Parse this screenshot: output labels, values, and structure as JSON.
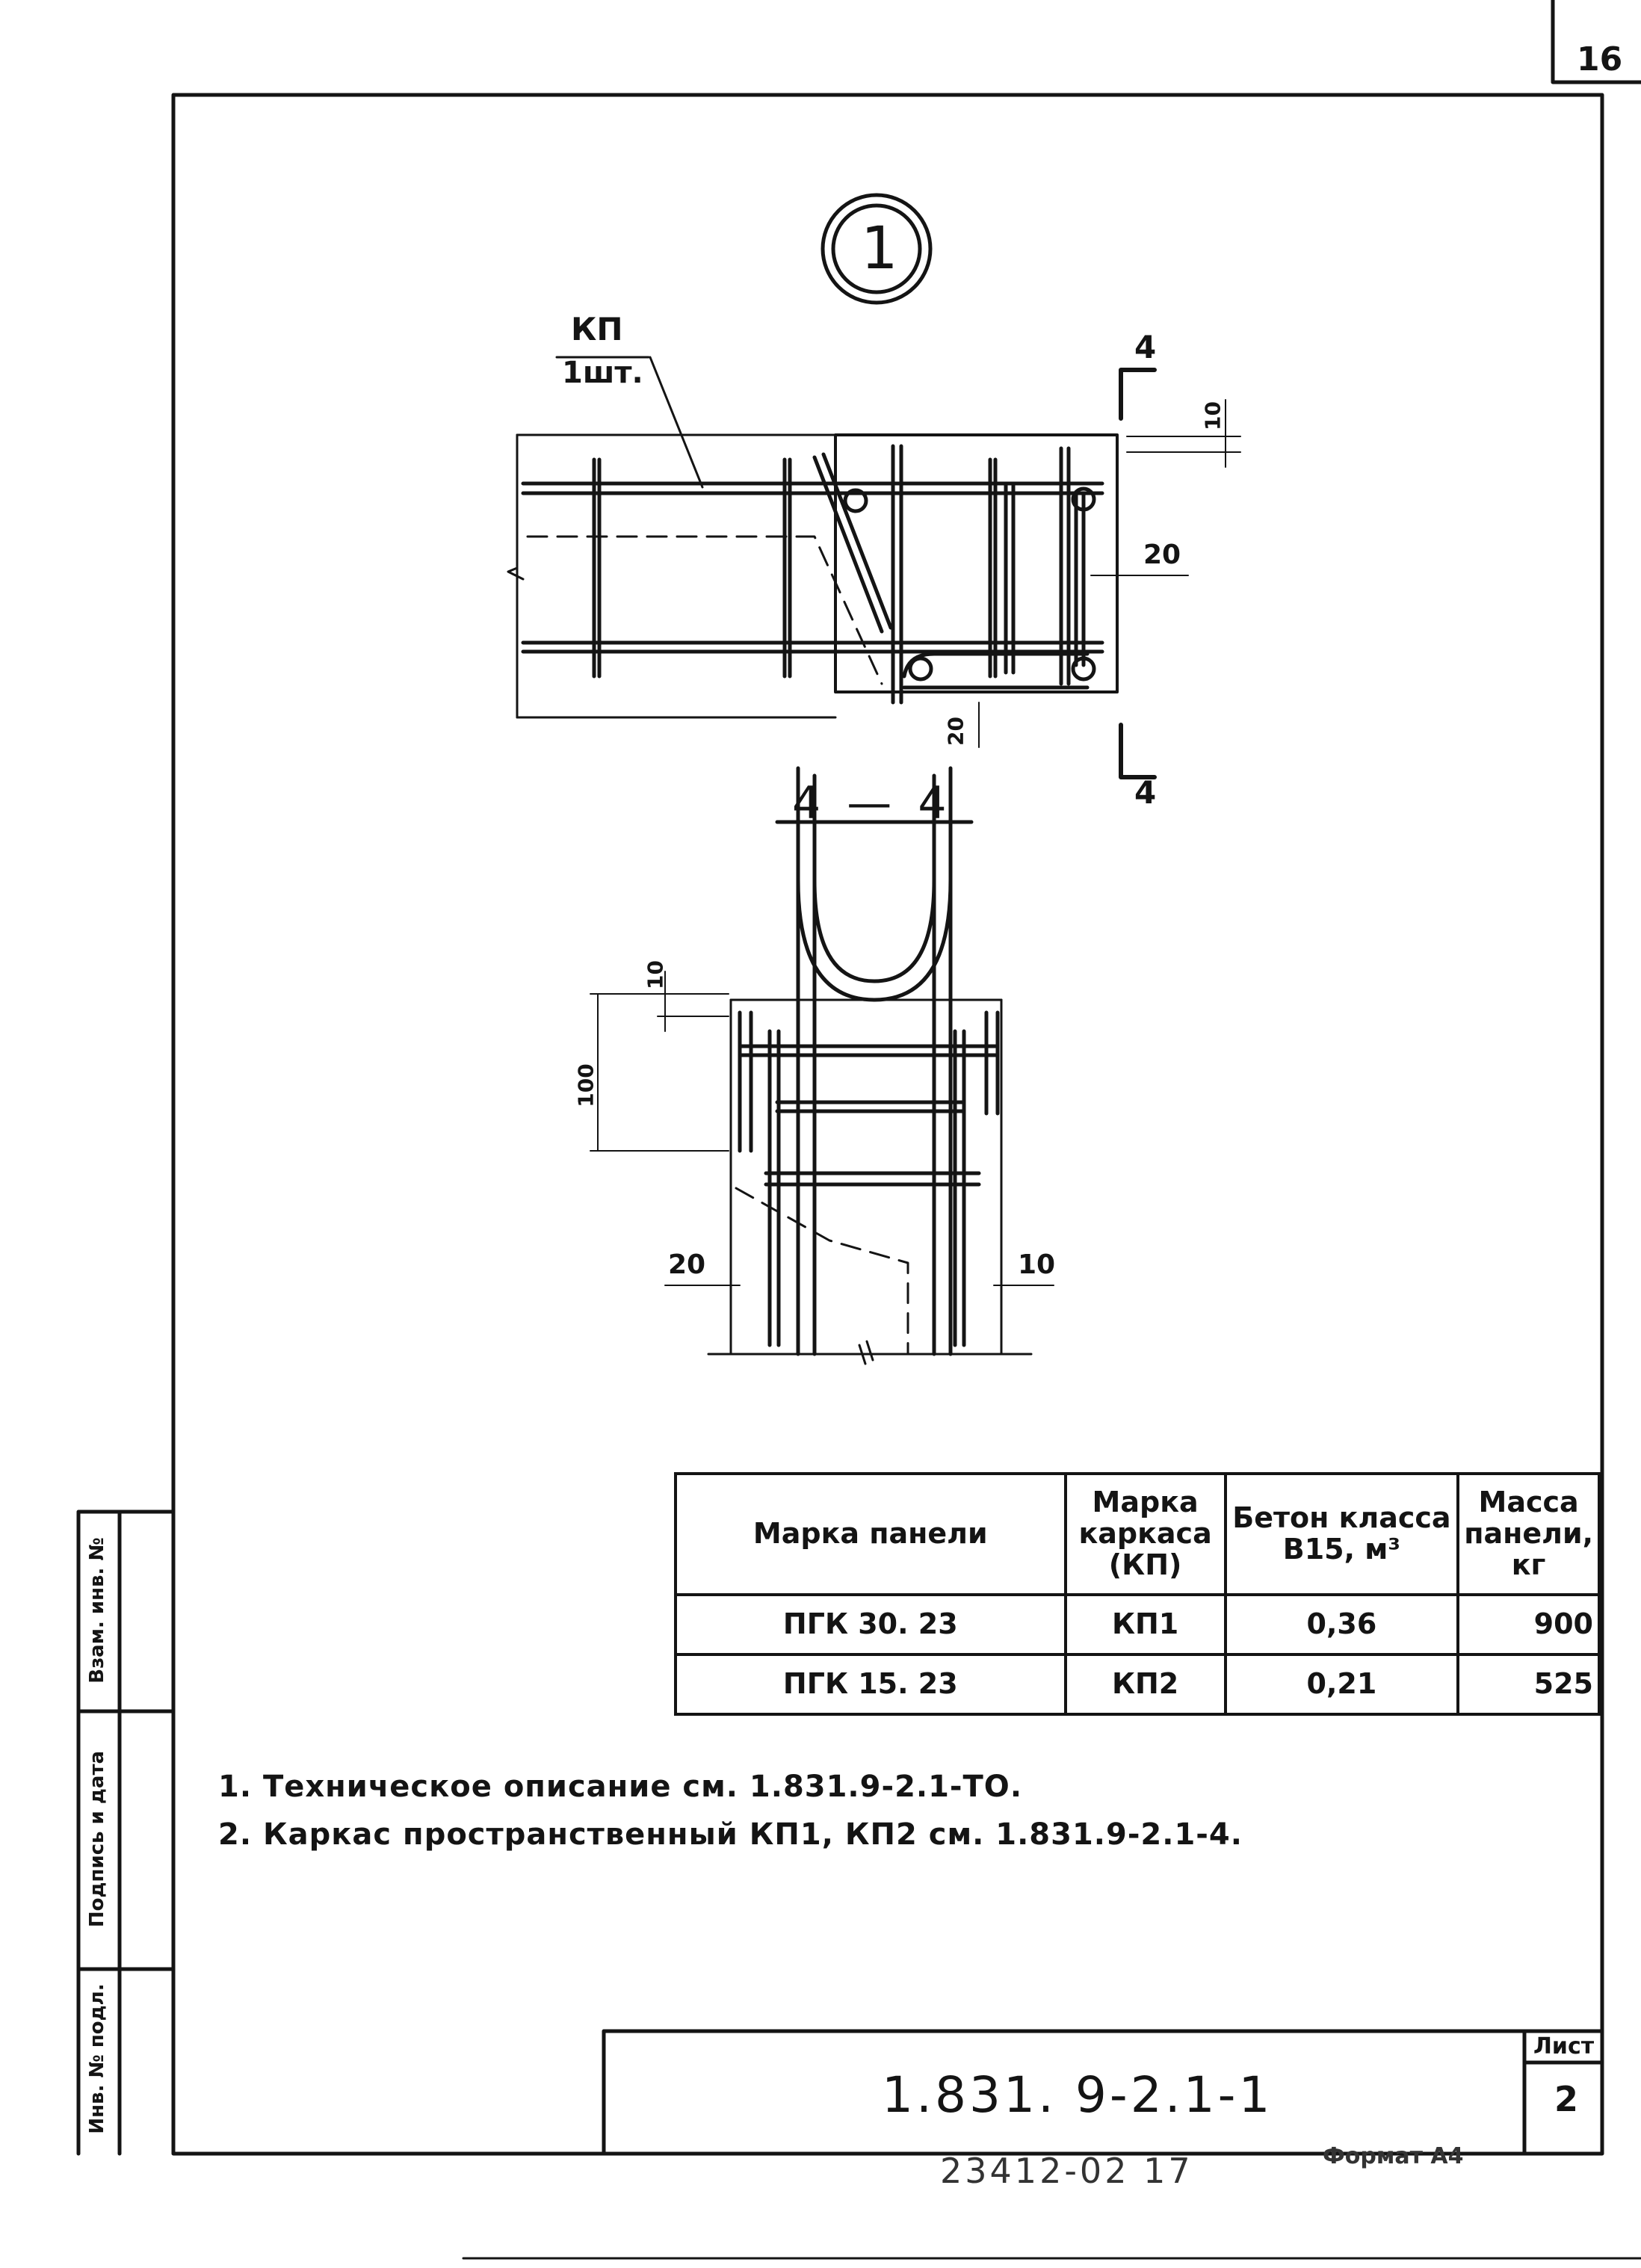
{
  "page_number": "16",
  "detail_marker": "1",
  "plan_view": {
    "callout_mark": "КП",
    "callout_qty": "1шт.",
    "section_mark_top": "4",
    "section_mark_bottom": "4",
    "dim_top": "10",
    "dim_right": "20",
    "dim_bottom": "20"
  },
  "section_view": {
    "title": "4 — 4",
    "dim_top": "10",
    "dim_height": "100",
    "dim_left": "20",
    "dim_right": "10"
  },
  "table": {
    "headers": [
      "Марка панели",
      "Марка каркаса (КП)",
      "Бетон класса В15, м³",
      "Масса панели, кг"
    ],
    "rows": [
      [
        "ПГК 30. 23",
        "КП1",
        "0,36",
        "900"
      ],
      [
        "ПГК 15. 23",
        "КП2",
        "0,21",
        "525"
      ]
    ]
  },
  "notes": [
    "1. Техническое описание см. 1.831.9-2.1-ТО.",
    "2. Каркас пространственный КП1, КП2 см. 1.831.9-2.1-4."
  ],
  "side_stamp": [
    "Инв. № подл.",
    "Подпись и дата",
    "Взам. инв. №"
  ],
  "title_block": {
    "code": "1.831. 9-2.1-1",
    "sheet_label": "Лист",
    "sheet_number": "2"
  },
  "footer": {
    "archive_number": "23412-02 17",
    "format": "Формат А4"
  }
}
